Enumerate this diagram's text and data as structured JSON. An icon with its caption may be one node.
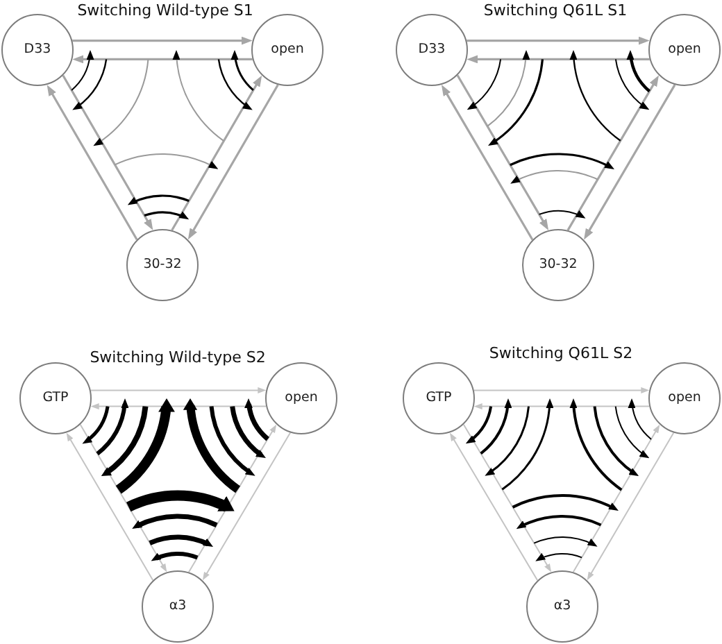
{
  "diagram": {
    "nodes": [
      {
        "text": [
          "D33"
        ]
      },
      {
        "text": [
          "open"
        ]
      },
      {
        "text": [
          "30-32"
        ]
      },
      {
        "text": [
          "D33"
        ]
      },
      {
        "text": [
          "open"
        ]
      },
      {
        "text": [
          "30-32"
        ]
      },
      {
        "text": [
          "GTP"
        ]
      },
      {
        "text": [
          "open"
        ]
      },
      {
        "text": [
          "α3"
        ]
      },
      {
        "text": [
          "GTP"
        ]
      },
      {
        "text": [
          "open"
        ]
      },
      {
        "text": [
          "α3"
        ]
      }
    ],
    "edges": [
      {
        "from": 0,
        "to": 1,
        "arrow": "to",
        "color": "#a6a6a6"
      },
      {
        "from": 1,
        "to": 0,
        "arrow": "to",
        "color": "#a6a6a6"
      },
      {
        "from": 1,
        "to": 2,
        "arrow": "to",
        "color": "#a6a6a6"
      },
      {
        "from": 2,
        "to": 1,
        "arrow": "to",
        "color": "#a6a6a6"
      },
      {
        "from": 2,
        "to": 0,
        "arrow": "to",
        "color": "#a6a6a6"
      },
      {
        "from": 0,
        "to": 2,
        "arrow": "to",
        "color": "#a6a6a6"
      },
      {
        "from": 3,
        "to": 4,
        "arrow": "to",
        "color": "#a6a6a6"
      },
      {
        "from": 4,
        "to": 3,
        "arrow": "to",
        "color": "#a6a6a6"
      },
      {
        "from": 4,
        "to": 5,
        "arrow": "to",
        "color": "#a6a6a6"
      },
      {
        "from": 5,
        "to": 4,
        "arrow": "to",
        "color": "#a6a6a6"
      },
      {
        "from": 5,
        "to": 3,
        "arrow": "to",
        "color": "#a6a6a6"
      },
      {
        "from": 3,
        "to": 5,
        "arrow": "to",
        "color": "#a6a6a6"
      },
      {
        "from": 6,
        "to": 7,
        "arrow": "to",
        "color": "#c4c4c4"
      },
      {
        "from": 7,
        "to": 6,
        "arrow": "to",
        "color": "#c4c4c4"
      },
      {
        "from": 7,
        "to": 8,
        "arrow": "to",
        "color": "#c4c4c4"
      },
      {
        "from": 8,
        "to": 7,
        "arrow": "to",
        "color": "#c4c4c4"
      },
      {
        "from": 8,
        "to": 6,
        "arrow": "to",
        "color": "#c4c4c4"
      },
      {
        "from": 6,
        "to": 8,
        "arrow": "to",
        "color": "#c4c4c4"
      },
      {
        "from": 9,
        "to": 10,
        "arrow": "to",
        "color": "#c4c4c4"
      },
      {
        "from": 10,
        "to": 9,
        "arrow": "to",
        "color": "#c4c4c4"
      },
      {
        "from": 10,
        "to": 11,
        "arrow": "to",
        "color": "#c4c4c4"
      },
      {
        "from": 11,
        "to": 10,
        "arrow": "to",
        "color": "#c4c4c4"
      },
      {
        "from": 11,
        "to": 9,
        "arrow": "to",
        "color": "#c4c4c4"
      },
      {
        "from": 9,
        "to": 11,
        "arrow": "to",
        "color": "#c4c4c4"
      }
    ],
    "labels": [
      "Switching Wild-type S1",
      "Switching Q61L S1",
      "Switching Wild-type S2",
      "Switching Q61L S2"
    ]
  }
}
